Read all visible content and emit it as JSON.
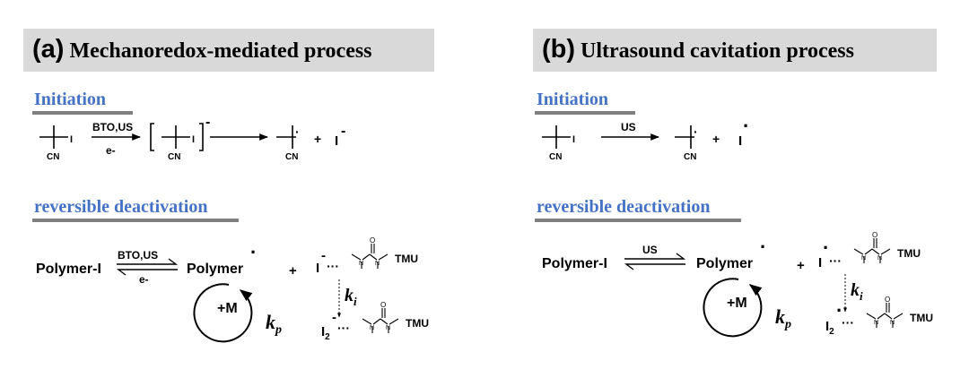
{
  "panel_a": {
    "tag": "(a)",
    "title": "Mechanoredox-mediated process",
    "initiation": {
      "heading": "Initiation",
      "iodide_atom": "I",
      "cyano_group": "CN",
      "arrow_top": "BTO,US",
      "arrow_bottom": "e-",
      "anion_charge": "-",
      "plus": "+",
      "iodide_product": "I",
      "iodide_charge": "-"
    },
    "deactivation": {
      "heading": "reversible deactivation",
      "dormant": "Polymer-I",
      "eq_top": "BTO,US",
      "eq_bottom": "e-",
      "radical": "Polymer",
      "radical_dot": "·",
      "plus": "+",
      "iodine_species": "I",
      "iodine_charge": "-",
      "complex_dots": "···",
      "tmu": "TMU",
      "ki": "k",
      "ki_sub": "i",
      "monomer": "+M",
      "kp": "k",
      "kp_sub": "p",
      "diiodide": "I",
      "diiodide_sub": "2",
      "diiodide_charge": "-",
      "urea_o": "O",
      "urea_n": "N"
    }
  },
  "panel_b": {
    "tag": "(b)",
    "title": "Ultrasound cavitation process",
    "initiation": {
      "heading": "Initiation",
      "iodide_atom": "I",
      "cyano_group": "CN",
      "arrow_top": "US",
      "plus": "+",
      "iodine_product": "I",
      "iodine_dot": "·"
    },
    "deactivation": {
      "heading": "reversible deactivation",
      "dormant": "Polymer-I",
      "eq_top": "US",
      "radical": "Polymer",
      "radical_dot": "·",
      "plus": "+",
      "iodine_species": "I",
      "iodine_dot": "·",
      "complex_dots": "···",
      "tmu": "TMU",
      "ki": "k",
      "ki_sub": "i",
      "monomer": "+M",
      "kp": "k",
      "kp_sub": "p",
      "diiodine": "I",
      "diiodine_sub": "2",
      "diiodine_dot": "·",
      "urea_o": "O",
      "urea_n": "N"
    }
  }
}
